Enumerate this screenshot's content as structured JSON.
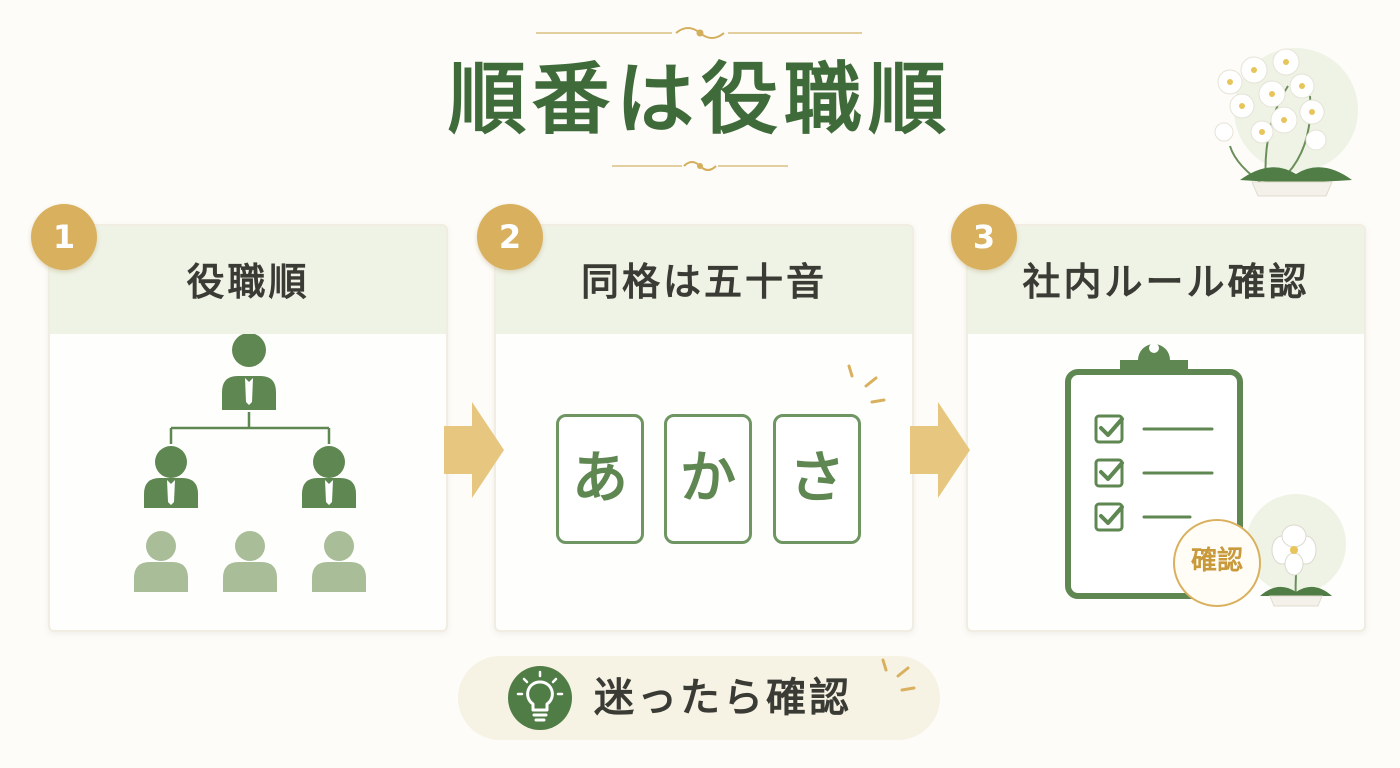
{
  "title": "順番は役職順",
  "steps": [
    {
      "number": "1",
      "label": "役職順"
    },
    {
      "number": "2",
      "label": "同格は五十音"
    },
    {
      "number": "3",
      "label": "社内ルール確認"
    }
  ],
  "kana": [
    "あ",
    "か",
    "さ"
  ],
  "stamp": "確認",
  "tip": "迷ったら確認",
  "icons": {
    "org_chart": "org-chart-icon",
    "clipboard": "clipboard-checklist-icon",
    "lightbulb": "lightbulb-icon",
    "orchid": "orchid-icon",
    "arrow": "arrow-right-icon"
  },
  "colors": {
    "green": "#3f6b3a",
    "light_green": "#eef3e6",
    "gold": "#d9b15e",
    "pale_gold": "#f6f2e4"
  }
}
